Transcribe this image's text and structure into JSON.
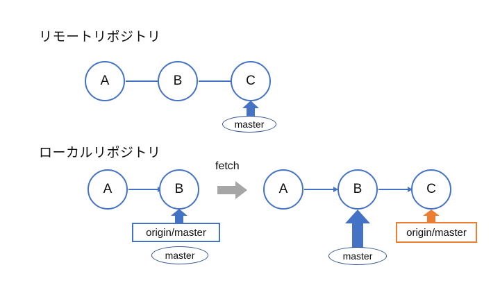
{
  "colors": {
    "blue": "#4472C4",
    "blue_dark": "#2F528F",
    "orange": "#ED7D31",
    "gray": "#A6A6A6",
    "text": "#0D0D0D",
    "background": "#FFFFFF"
  },
  "sections": {
    "remote": {
      "title": "リモートリポジトリ",
      "nodes": [
        {
          "label": "A"
        },
        {
          "label": "B"
        },
        {
          "label": "C"
        }
      ],
      "pointers": [
        {
          "label": "master",
          "shape": "ellipse",
          "color": "#2F528F",
          "arrow_color": "#4472C4",
          "target": "C"
        }
      ]
    },
    "local_before": {
      "title": "ローカルリポジトリ",
      "nodes": [
        {
          "label": "A"
        },
        {
          "label": "B"
        }
      ],
      "pointers": [
        {
          "label": "origin/master",
          "shape": "rect",
          "color": "#4472C4",
          "arrow_color": "#4472C4",
          "target": "B"
        },
        {
          "label": "master",
          "shape": "ellipse",
          "color": "#2F528F",
          "arrow_color": "#4472C4",
          "target": "B"
        }
      ]
    },
    "local_after": {
      "nodes": [
        {
          "label": "A"
        },
        {
          "label": "B"
        },
        {
          "label": "C"
        }
      ],
      "pointers": [
        {
          "label": "master",
          "shape": "ellipse",
          "color": "#2F528F",
          "arrow_color": "#4472C4",
          "target": "B"
        },
        {
          "label": "origin/master",
          "shape": "rect",
          "color": "#ED7D31",
          "arrow_color": "#ED7D31",
          "target": "C"
        }
      ]
    }
  },
  "transition": {
    "label": "fetch",
    "arrow_icon": "gray-right-block-arrow",
    "arrow_color": "#A6A6A6"
  }
}
